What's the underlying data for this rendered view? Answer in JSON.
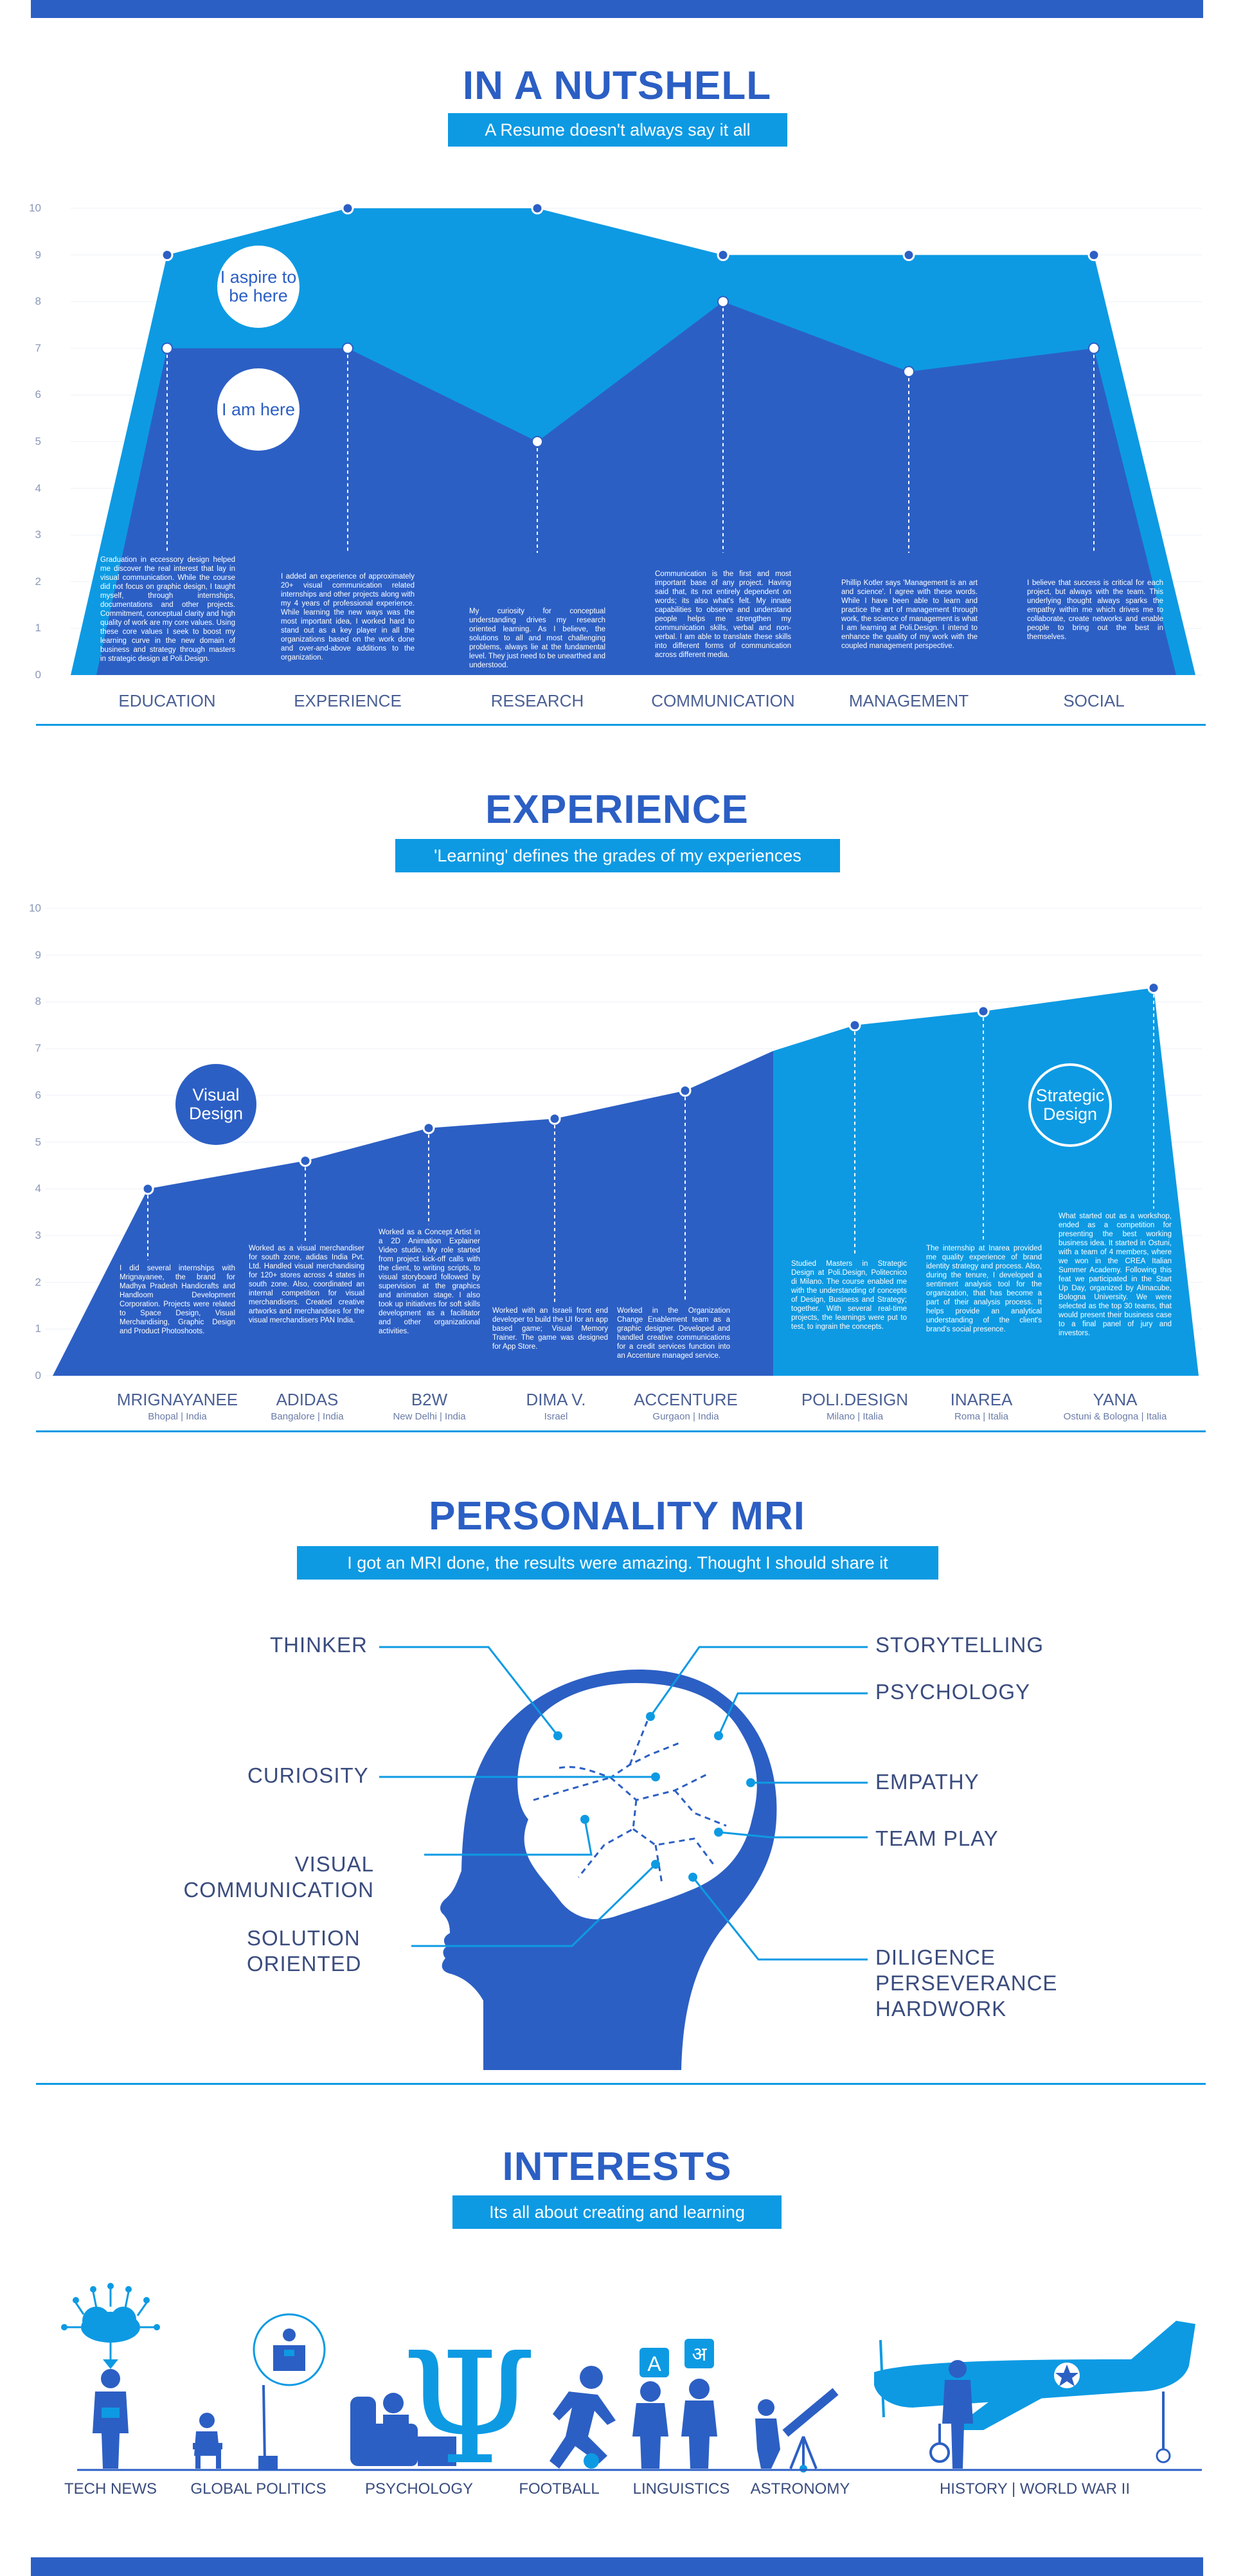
{
  "nutshell": {
    "title": "IN A NUTSHELL",
    "subtitle": "A Resume doesn't always say it all",
    "bubble_aspire": "I aspire to be here",
    "bubble_am": "I am here",
    "colors": {
      "aspire": "#0d9ae3",
      "current": "#2c5fc4"
    },
    "categories": [
      {
        "label": "EDUCATION",
        "note": "Graduation in eccessory design helped me discover the real interest that lay in visual communication. While the course did not focus on graphic design, I taught myself, through internships, documentations and other projects. Commitment, conceptual clarity and high quality of work are my core values. Using these core values I seek to boost my learning curve in the new domain of business and strategy through masters in strategic design at Poli.Design."
      },
      {
        "label": "EXPERIENCE",
        "note": "I added an experience of approximately 20+ visual communication related internships and other projects along with my 4 years of professional experience. While learning the new ways was the most important idea, I worked hard to stand out as a key player in all the organizations based on the work done and over-and-above additions to the organization."
      },
      {
        "label": "RESEARCH",
        "note": "My curiosity for conceptual understanding drives my research oriented learning. As I believe, the solutions to all and most challenging problems, always lie at the fundamental level. They just need to be unearthed and understood."
      },
      {
        "label": "COMMUNICATION",
        "note": "Communication is the first and most important base of any project. Having said that, its not entirely dependent on words; its also what's felt. My innate capabilities to observe and understand people helps me strengthen my communication skills, verbal and non-verbal. I am able to translate these skills into different forms of communication across different media."
      },
      {
        "label": "MANAGEMENT",
        "note": "Phillip Kotler says 'Management is an art and science'. I agree with these words. While I have been able to learn and practice the art of management through work, the science of management is what I am learning at Poli.Design. I intend to enhance the quality of my work with the coupled management perspective."
      },
      {
        "label": "SOCIAL",
        "note": "I believe that success is critical for each project, but always with the team. This underlying thought always sparks the empathy within me which drives me to collaborate, create networks and enable people to bring out the best in themselves."
      }
    ],
    "chart_data": {
      "type": "area",
      "categories": [
        "EDUCATION",
        "EXPERIENCE",
        "RESEARCH",
        "COMMUNICATION",
        "MANAGEMENT",
        "SOCIAL"
      ],
      "ylim": [
        0,
        10
      ],
      "yticks": [
        "0",
        "1",
        "2",
        "3",
        "4",
        "5",
        "6",
        "7",
        "8",
        "9",
        "10"
      ],
      "series": [
        {
          "name": "I aspire to be here",
          "values": [
            9,
            10,
            10,
            9,
            9,
            9
          ]
        },
        {
          "name": "I am here",
          "values": [
            7,
            7,
            5,
            8,
            6.5,
            7
          ]
        }
      ]
    }
  },
  "experience": {
    "title": "EXPERIENCE",
    "subtitle": "'Learning' defines the grades of my experiences",
    "bubble_visual": "Visual Design",
    "bubble_strategic": "Strategic Design",
    "colors": {
      "visual": "#2c5fc4",
      "strategic": "#0d9ae3"
    },
    "items": [
      {
        "name": "MRIGNAYANEE",
        "place": "Bhopal | India",
        "note": "I did several internships with Mrignayanee, the brand for Madhya Pradesh Handicrafts and Handloom Development Corporation. Projects were related to Space Design, Visual Merchandising, Graphic Design and Product Photoshoots."
      },
      {
        "name": "ADIDAS",
        "place": "Bangalore | India",
        "note": "Worked as a visual merchandiser for south zone, adidas India Pvt. Ltd. Handled visual merchandising for 120+ stores across 4 states in south zone. Also, coordinated an internal competition for visual merchandisers. Created creative artworks and merchandises for the visual merchandisers PAN India."
      },
      {
        "name": "B2W",
        "place": "New Delhi | India",
        "note": "Worked as a Concept Artist in a 2D Animation Explainer Video studio. My role started from project kick-off calls with the client, to writing scripts, to visual storyboard followed by supervision at the graphics and animation stage. I also took up initiatives for soft skills development as a facilitator and other organizational activities."
      },
      {
        "name": "DIMA V.",
        "place": "Israel",
        "note": "Worked with an Israeli front end developer to build the UI for an app based game; Visual Memory Trainer. The game was designed for App Store."
      },
      {
        "name": "ACCENTURE",
        "place": "Gurgaon | India",
        "note": "Worked in the Organization Change Enablement team as a graphic designer. Developed and handled creative communications for a credit services function into an Accenture managed service."
      },
      {
        "name": "POLI.DESIGN",
        "place": "Milano | Italia",
        "note": "Studied Masters in Strategic Design at Poli.Design, Politecnico di Milano. The course enabled me with the understanding of concepts of Design, Business and Strategy; together. With several real-time projects, the learnings were put to test, to ingrain the concepts."
      },
      {
        "name": "INAREA",
        "place": "Roma | Italia",
        "note": "The internship at Inarea provided me quality experience of brand identity strategy and process. Also, during the tenure, I developed a sentiment analysis tool for the organization, that has become a part of their analysis process. It helps provide an analytical understanding of the client's brand's social presence."
      },
      {
        "name": "YANA",
        "place": "Ostuni & Bologna | Italia",
        "note": "What started out as a workshop, ended as a competition for presenting the best working business idea. It started in Ostuni, with a team of 4 members, where we won in the CREA Italian Summer Academy. Following this feat we participated in the Start Up Day, organized by Almacube, Bologna University. We were selected as the top 30 teams, that would present their business case to a final panel of jury and investors."
      }
    ],
    "chart_data": {
      "type": "area",
      "categories": [
        "MRIGNAYANEE",
        "ADIDAS",
        "B2W",
        "DIMA V.",
        "ACCENTURE",
        "POLI.DESIGN",
        "INAREA",
        "YANA"
      ],
      "ylim": [
        0,
        10
      ],
      "yticks": [
        "0",
        "1",
        "2",
        "3",
        "4",
        "5",
        "6",
        "7",
        "8",
        "9",
        "10"
      ],
      "series": [
        {
          "name": "Visual Design",
          "values": [
            4,
            4.6,
            5.3,
            5.5,
            6.1
          ]
        },
        {
          "name": "Strategic Design",
          "values": [
            7.5,
            7.8,
            8.3
          ]
        }
      ]
    }
  },
  "mri": {
    "title": "PERSONALITY MRI",
    "subtitle": "I got an MRI done, the results were amazing. Thought I should share it",
    "colors": {
      "head": "#2c5fc4",
      "line": "#0d9ae3"
    },
    "left_labels": [
      "THINKER",
      "CURIOSITY",
      "VISUAL\nCOMMUNICATION",
      "SOLUTION\nORIENTED"
    ],
    "right_labels": [
      "STORYTELLING",
      "PSYCHOLOGY",
      "EMPATHY",
      "TEAM PLAY",
      "DILIGENCE\nPERSEVERANCE\nHARDWORK"
    ]
  },
  "interests": {
    "title": "INTERESTS",
    "subtitle": "Its all about creating and learning",
    "items": [
      "TECH NEWS",
      "GLOBAL POLITICS",
      "PSYCHOLOGY",
      "FOOTBALL",
      "LINGUISTICS",
      "ASTRONOMY",
      "HISTORY | WORLD WAR II"
    ],
    "glyphs": {
      "letter_a": "A",
      "letter_hindi": "अ",
      "psi": "Ψ"
    }
  }
}
